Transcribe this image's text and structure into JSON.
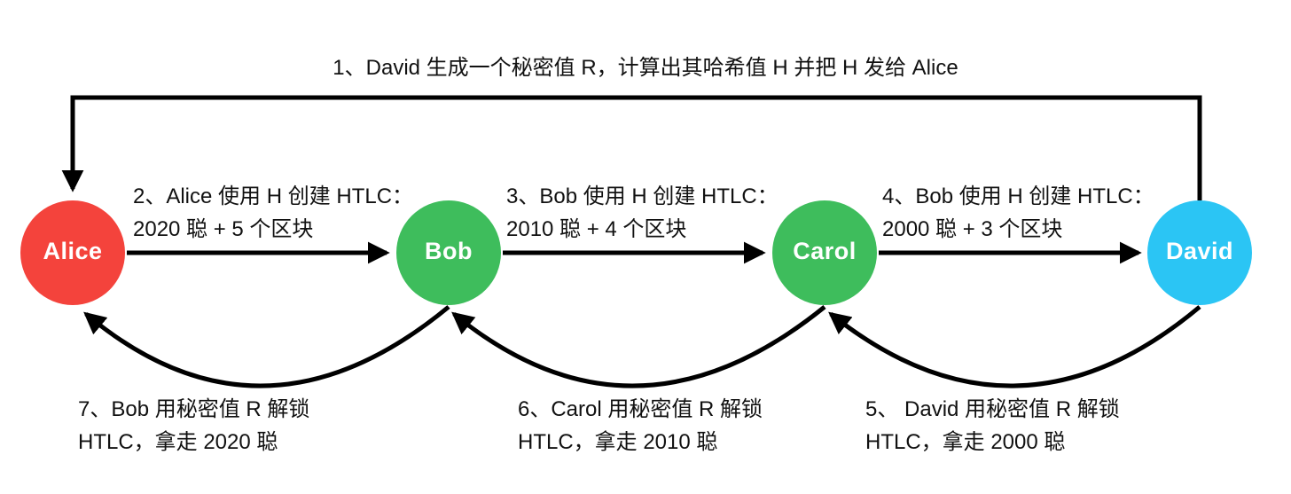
{
  "diagram": {
    "title": "1、David 生成一个秘密值 R，计算出其哈希值 H 并把 H 发给 Alice",
    "arrow_color": "#000000",
    "background_color": "#ffffff",
    "nodes": [
      {
        "label": "Alice",
        "color": "#F4433C"
      },
      {
        "label": "Bob",
        "color": "#3EBD5C"
      },
      {
        "label": "Carol",
        "color": "#3EBD5C"
      },
      {
        "label": "David",
        "color": "#2BC5F4"
      }
    ],
    "forward_steps": [
      {
        "line1": "2、Alice 使用 H 创建 HTLC：",
        "line2": "2020 聪 + 5 个区块"
      },
      {
        "line1": "3、Bob 使用 H 创建 HTLC：",
        "line2": "2010 聪 + 4 个区块"
      },
      {
        "line1": "4、Bob 使用 H 创建 HTLC：",
        "line2": "2000 聪 + 3 个区块"
      }
    ],
    "settle_steps": [
      {
        "line1": "7、Bob 用秘密值 R 解锁",
        "line2": "HTLC，拿走 2020 聪"
      },
      {
        "line1": "6、Carol 用秘密值 R 解锁",
        "line2": "HTLC，拿走 2010 聪"
      },
      {
        "line1": "5、 David 用秘密值 R 解锁",
        "line2": "HTLC，拿走 2000 聪"
      }
    ]
  }
}
